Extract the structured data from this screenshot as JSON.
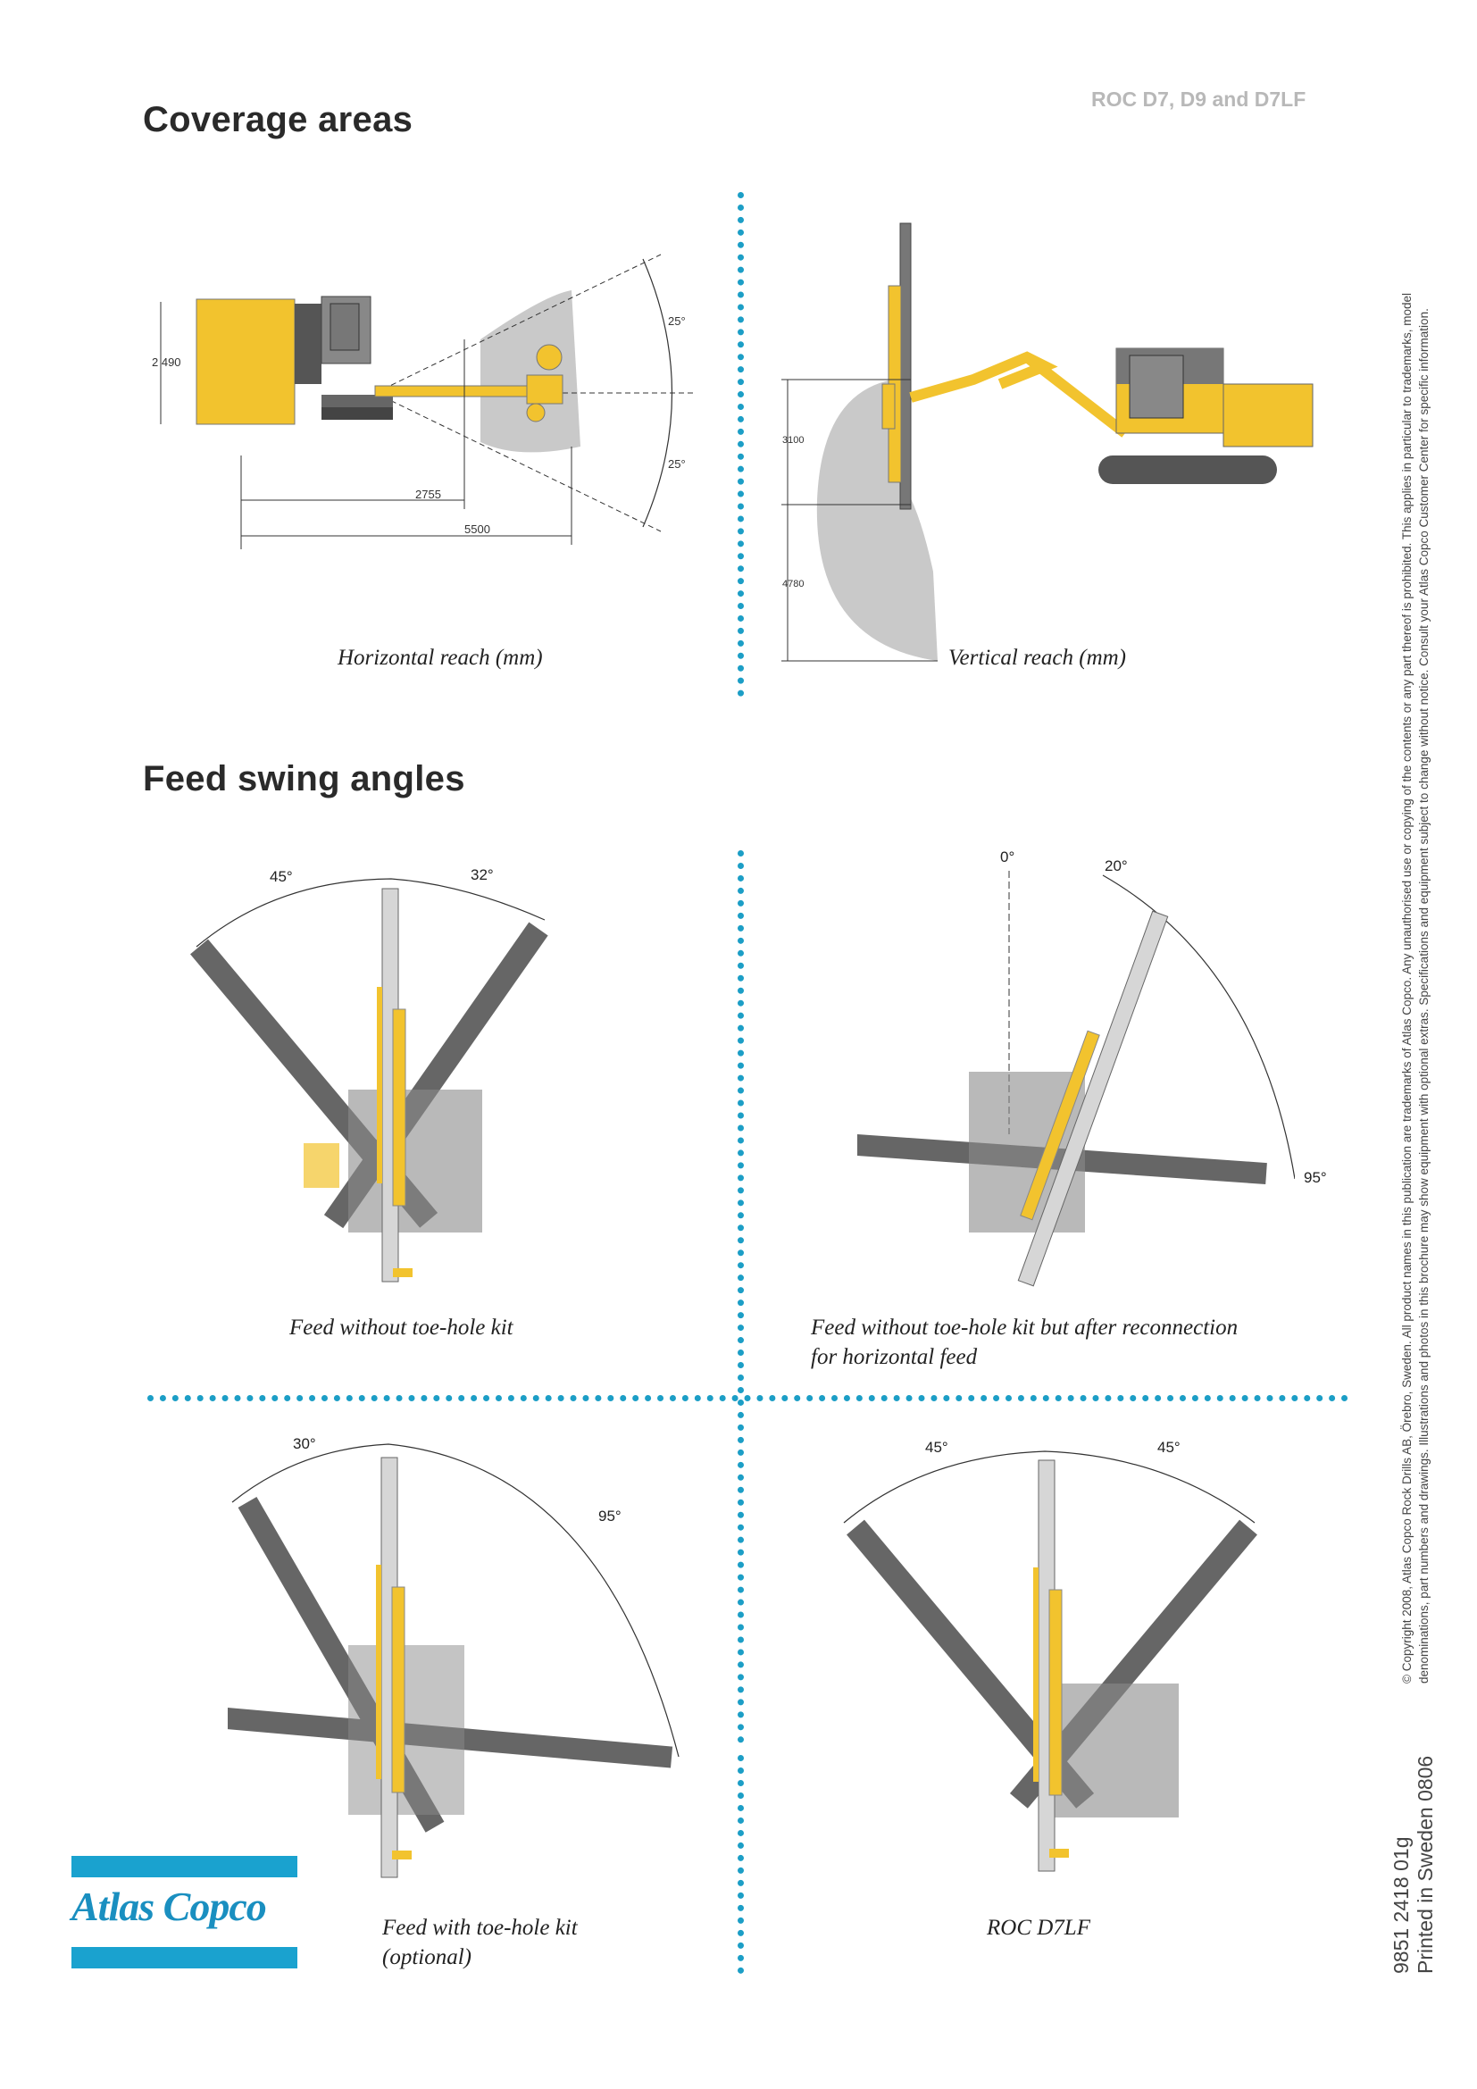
{
  "header": {
    "model": "ROC D7, D9 and D7LF"
  },
  "sections": {
    "coverage_title": "Coverage areas",
    "swing_title": "Feed swing angles"
  },
  "coverage": {
    "horizontal": {
      "caption": "Horizontal reach (mm)",
      "dim_height": "2 490",
      "dim_short": "2755",
      "dim_long": "5500",
      "angle_up": "25°",
      "angle_down": "25°"
    },
    "vertical": {
      "caption": "Vertical reach (mm)",
      "dim_up": "3100",
      "dim_down": "4780"
    }
  },
  "swing": {
    "no_kit": {
      "caption": "Feed without toe-hole kit",
      "angle_left": "45°",
      "angle_right": "32°"
    },
    "reconnect": {
      "caption_line1": "Feed without toe-hole kit but after reconnection",
      "caption_line2": "for horizontal feed",
      "angle_zero": "0°",
      "angle_a": "20°",
      "angle_b": "95°"
    },
    "toe_kit": {
      "caption_line1": "Feed with toe-hole kit",
      "caption_line2": "(optional)",
      "angle_left": "30°",
      "angle_right": "95°"
    },
    "d7lf": {
      "caption": "ROC D7LF",
      "angle_left": "45°",
      "angle_right": "45°"
    }
  },
  "side": {
    "copyright_line1": "© Copyright 2008, Atlas Copco Rock Drills AB, Örebro, Sweden. All product names in this publication are trademarks of Atlas Copco. Any unauthorised use or copying of the contents or any part thereof is prohibited. This applies in particular to trademarks, model",
    "copyright_line2": "denominations, part numbers and drawings. Illustrations and photos in this brochure may show equipment with optional extras. Specifications and equipment subject to change without notice. Consult your Atlas Copco Customer Center for specific information.",
    "doc_number": "9851 2418 01g",
    "printed": "Printed in Sweden 0806"
  },
  "logo": {
    "text": "Atlas Copco",
    "color": "#1aa2cf"
  }
}
